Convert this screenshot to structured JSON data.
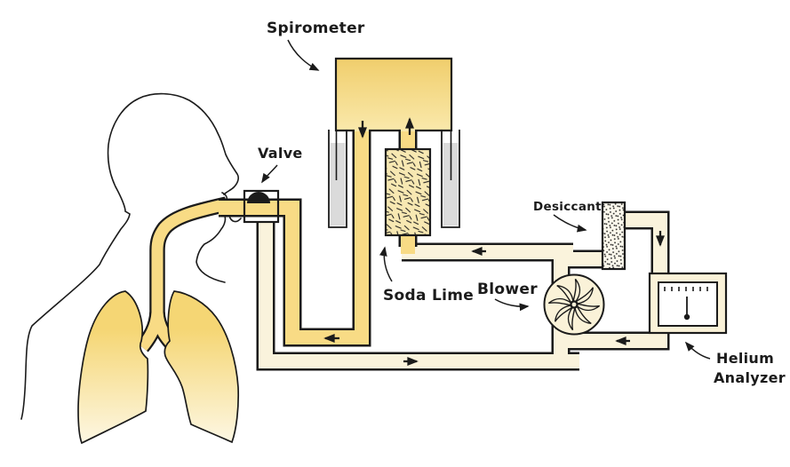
{
  "labels": {
    "spirometer": "Spirometer",
    "valve": "Valve",
    "soda_lime": "Soda Lime",
    "blower": "Blower",
    "desiccant": "Desiccant",
    "helium_analyzer": {
      "line1": "Helium",
      "line2": "Analyzer"
    }
  },
  "flow_arrows": [
    {
      "id": "spirometer-inlet-arrow",
      "direction": "down"
    },
    {
      "id": "spirometer-outlet-arrow",
      "direction": "up"
    },
    {
      "id": "soda-lime-feed-arrow",
      "direction": "left"
    },
    {
      "id": "mouth-return-arrow",
      "direction": "left"
    },
    {
      "id": "bottom-duct-arrow",
      "direction": "right"
    },
    {
      "id": "analyzer-feed-arrow",
      "direction": "down"
    },
    {
      "id": "analyzer-return-arrow",
      "direction": "left"
    }
  ],
  "palette": {
    "ink": "#1b1b1b",
    "yellow": "#F8DB85",
    "bellTop": "#F0CE6C",
    "bellBottom": "#FAE9AC",
    "lungTop": "#F5D674",
    "lungBottom": "#FDF7E3",
    "cream": "#FAF3DC",
    "unit": "#FAF2D8",
    "water": "#DBDBDB",
    "sodaLime": "#F7E8B2",
    "desiccant": "#FCF8EC"
  }
}
